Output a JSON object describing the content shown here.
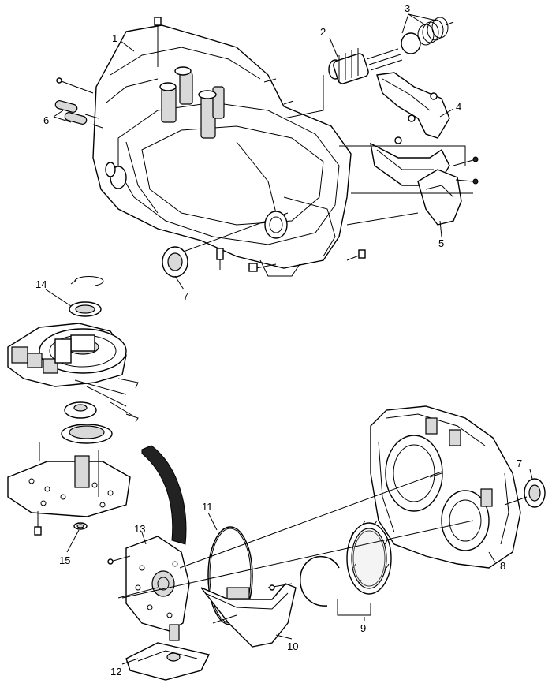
{
  "callouts": [
    {
      "id": "c1",
      "text": "1"
    },
    {
      "id": "c2",
      "text": "2"
    },
    {
      "id": "c3",
      "text": "3"
    },
    {
      "id": "c4",
      "text": "4"
    },
    {
      "id": "c5",
      "text": "5"
    },
    {
      "id": "c6",
      "text": "6"
    },
    {
      "id": "c7a",
      "text": "7"
    },
    {
      "id": "c7b",
      "text": "7"
    },
    {
      "id": "c8",
      "text": "8"
    },
    {
      "id": "c9",
      "text": "9"
    },
    {
      "id": "c10",
      "text": "10"
    },
    {
      "id": "c11",
      "text": "11"
    },
    {
      "id": "c12",
      "text": "12"
    },
    {
      "id": "c13",
      "text": "13"
    },
    {
      "id": "c14",
      "text": "14"
    },
    {
      "id": "c15",
      "text": "15"
    }
  ]
}
